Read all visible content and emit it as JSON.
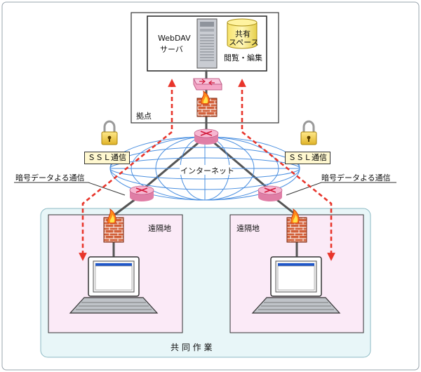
{
  "server": {
    "label_line1": "WebDAV",
    "label_line2": "サーバ"
  },
  "shared_space": {
    "label_line1": "共有",
    "label_line2": "スペース",
    "caption": "閲覧・編集"
  },
  "base_site": {
    "label": "拠点"
  },
  "internet": {
    "label": "インターネット"
  },
  "ssl": {
    "left_label": "ＳＳＬ通信",
    "right_label": "ＳＳＬ通信"
  },
  "encrypted": {
    "left_label": "暗号データよる通信",
    "right_label": "暗号データよる通信"
  },
  "remote_sites": [
    {
      "label": "遠隔地"
    },
    {
      "label": "遠隔地"
    }
  ],
  "collaboration": {
    "label": "共 同 作 業"
  },
  "colors": {
    "arrow_red": "#e8352b",
    "router_pink": "#f4a6c6",
    "remote_fill": "#fbeaf7",
    "collab_fill": "#e8f6f8",
    "globe_blue": "#4a8fe0"
  }
}
